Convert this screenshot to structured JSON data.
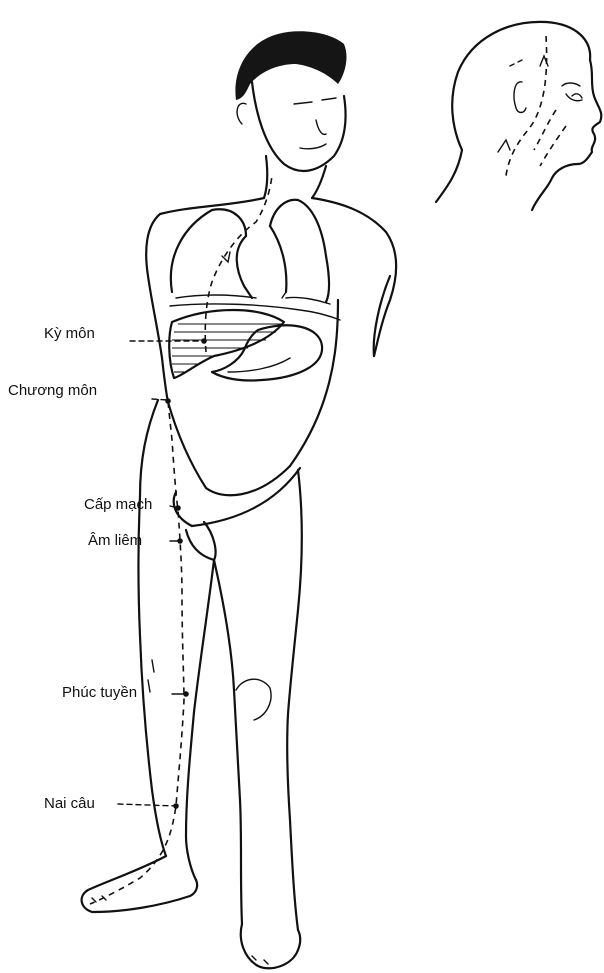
{
  "figure": {
    "points": [
      {
        "id": "ky-mon",
        "label": "Kỳ môn"
      },
      {
        "id": "chuong-mon",
        "label": "Chương môn"
      },
      {
        "id": "cap-mach",
        "label": "Cấp mạch"
      },
      {
        "id": "am-liem",
        "label": "Âm liêm"
      },
      {
        "id": "phuc-tuyen",
        "label": "Phúc tuyền"
      },
      {
        "id": "nai-cau",
        "label": "Nai câu"
      }
    ]
  }
}
